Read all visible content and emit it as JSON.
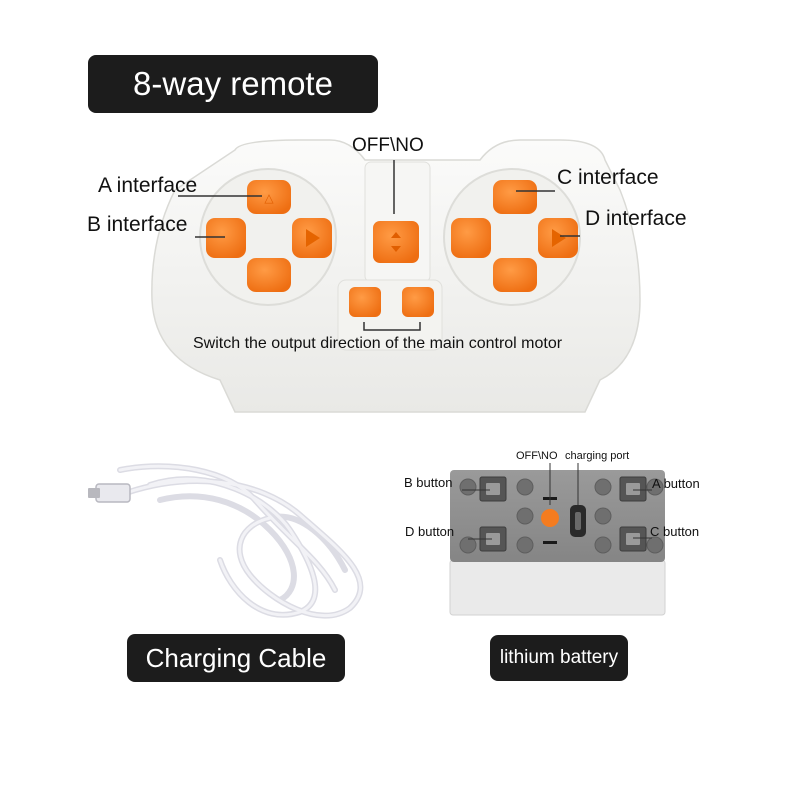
{
  "title": "8-way remote control",
  "remote": {
    "off_no": "OFF\\NO",
    "a_interface": "A interface",
    "b_interface": "B interface",
    "c_interface": "C interface",
    "d_interface": "D interface",
    "switch_direction": "Switch the output direction of the main control motor"
  },
  "battery": {
    "off_no": "OFF\\NO",
    "charging_port": "charging port",
    "a_button": "A button",
    "b_button": "B button",
    "c_button": "C button",
    "d_button": "D button",
    "label": "lithium battery"
  },
  "cable": {
    "label": "Charging Cable"
  },
  "colors": {
    "accent_orange": "#F47C20",
    "remote_body": "#F4F4F2",
    "battery_gray": "#8E8E8E",
    "label_background": "#1C1C1C"
  }
}
